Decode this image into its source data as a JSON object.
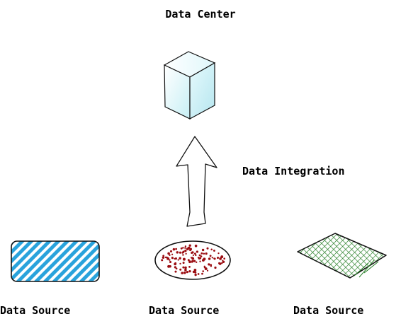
{
  "title": "Data Center",
  "integration_label": "Data Integration",
  "sources": [
    {
      "label": "Data Source",
      "pattern": "blue-diagonal-stripes"
    },
    {
      "label": "Data Source",
      "pattern": "red-dots"
    },
    {
      "label": "Data Source",
      "pattern": "green-crosshatch"
    }
  ],
  "colors": {
    "cube_fill": "#dff7fb",
    "stripe_blue": "#29a3dc",
    "dot_red": "#9b0d12",
    "hatch_green": "#1f7a1f",
    "stroke": "#111111"
  }
}
